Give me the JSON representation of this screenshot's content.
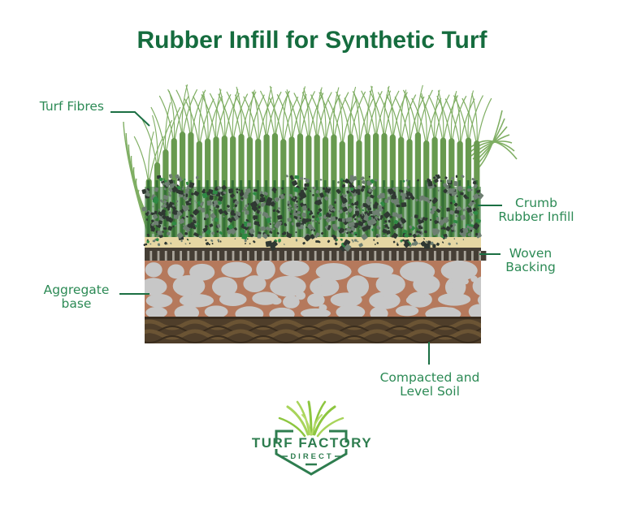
{
  "title": "Rubber Infill for Synthetic Turf",
  "labels": {
    "turf_fibres": {
      "text": "Turf Fibres"
    },
    "crumb_rubber": {
      "line1": "Crumb",
      "line2": "Rubber Infill"
    },
    "woven_backing": {
      "line1": "Woven",
      "line2": "Backing"
    },
    "aggregate_base": {
      "line1": "Aggregate",
      "line2": "base"
    },
    "compacted_soil": {
      "line1": "Compacted and",
      "line2": "Level Soil"
    }
  },
  "logo": {
    "brand": "TURF FACTORY",
    "sub": "DIRECT"
  },
  "palette": {
    "title_green": "#156c3e",
    "label_green": "#2c8a55",
    "connector_green": "#1b6f43",
    "blade_green": "#689a4f",
    "blade_dark": "#2f6b33",
    "crumb_bg_green": "#3c7a40",
    "wisp_green": "#7fae63",
    "rubber_dark": "#2f3832",
    "rubber_gray": "#6e7f72",
    "rubber_green": "#2f8a44",
    "tan": "#e6d7a3",
    "backing_dark": "#453e35",
    "backing_gap": "#a9a49a",
    "mortar": "#b5795c",
    "stone": "#c7c7c7",
    "soil_dark": "#4f3e2a",
    "soil_band": "#6b5434",
    "soil_line": "#3a2d1e",
    "logo_dark_green": "#2e7d4f",
    "logo_grass1": "#8dc63f",
    "logo_grass2": "#a8d45a",
    "logo_grass3": "#b7dc6b"
  }
}
